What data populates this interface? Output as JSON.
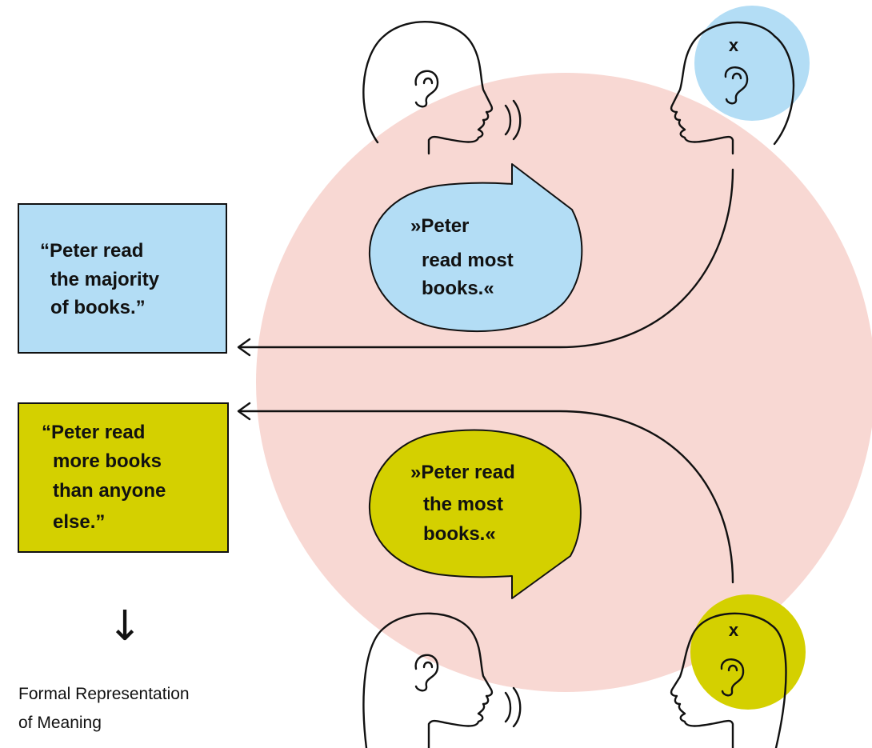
{
  "colors": {
    "background_circle": "#f8d8d3",
    "blue": "#b3ddf5",
    "olive": "#d4d000",
    "ink": "#111111"
  },
  "top_box": {
    "lines": [
      "“Peter read",
      "the majority",
      "of books.”"
    ]
  },
  "bottom_box": {
    "lines": [
      "“Peter read",
      "more books",
      "than anyone",
      "else.”"
    ]
  },
  "top_bubble": {
    "lines": [
      "»Peter",
      "read most",
      "books.«"
    ]
  },
  "bottom_bubble": {
    "lines": [
      "»Peter read",
      "the most",
      "books.«"
    ]
  },
  "listener_marks": {
    "top": "x",
    "bottom": "x"
  },
  "down_arrow": "↓",
  "caption": {
    "lines": [
      "Formal Representation",
      "of Meaning"
    ]
  },
  "icons": [
    "speaker-head-icon",
    "listener-head-icon",
    "ear-icon",
    "sound-waves-icon",
    "speech-bubble-icon",
    "arrow-left-icon",
    "arrow-down-icon"
  ]
}
